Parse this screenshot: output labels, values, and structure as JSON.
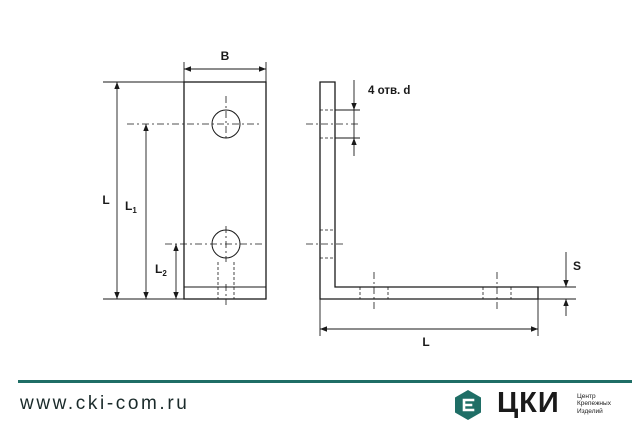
{
  "colors": {
    "ink": "#1a1a1a",
    "accent": "#1f6e66",
    "url": "#1a2a2a"
  },
  "dimensions": {
    "B": "B",
    "L": "L",
    "L1_main": "L",
    "L1_sub": "1",
    "L2_main": "L",
    "L2_sub": "2",
    "holes": "4 отв. d",
    "S": "S",
    "L_side": "L"
  },
  "footer": {
    "url": "www.cki-com.ru",
    "brand": "ЦКИ",
    "brand_sub": [
      "Центр",
      "Крепежных",
      "Изделий"
    ],
    "logo_icon": "hexagon-e-icon"
  }
}
